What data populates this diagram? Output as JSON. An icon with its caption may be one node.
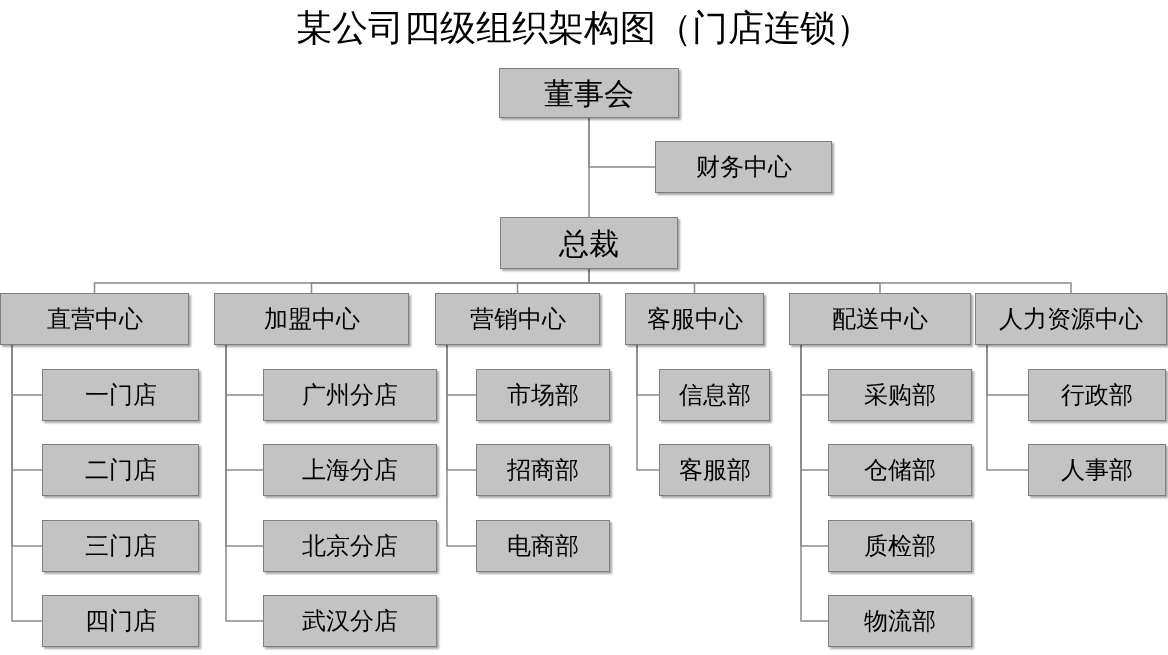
{
  "diagram": {
    "title": "某公司四级组织架构图（门店连锁）",
    "nodes": [
      {
        "text": [
          "董事会"
        ]
      },
      {
        "text": [
          "财务中心"
        ]
      },
      {
        "text": [
          "总裁"
        ]
      },
      {
        "text": [
          "直营中心"
        ]
      },
      {
        "text": [
          "加盟中心"
        ]
      },
      {
        "text": [
          "营销中心"
        ]
      },
      {
        "text": [
          "客服中心"
        ]
      },
      {
        "text": [
          "配送中心"
        ]
      },
      {
        "text": [
          "人力资源中心"
        ]
      },
      {
        "text": [
          "一门店"
        ]
      },
      {
        "text": [
          "二门店"
        ]
      },
      {
        "text": [
          "三门店"
        ]
      },
      {
        "text": [
          "四门店"
        ]
      },
      {
        "text": [
          "广州分店"
        ]
      },
      {
        "text": [
          "上海分店"
        ]
      },
      {
        "text": [
          "北京分店"
        ]
      },
      {
        "text": [
          "武汉分店"
        ]
      },
      {
        "text": [
          "市场部"
        ]
      },
      {
        "text": [
          "招商部"
        ]
      },
      {
        "text": [
          "电商部"
        ]
      },
      {
        "text": [
          "信息部"
        ]
      },
      {
        "text": [
          "客服部"
        ]
      },
      {
        "text": [
          "采购部"
        ]
      },
      {
        "text": [
          "仓储部"
        ]
      },
      {
        "text": [
          "质检部"
        ]
      },
      {
        "text": [
          "物流部"
        ]
      },
      {
        "text": [
          "行政部"
        ]
      },
      {
        "text": [
          "人事部"
        ]
      }
    ],
    "edges": [
      {
        "from": 0,
        "to": 2,
        "arrow": "none"
      },
      {
        "from": 0,
        "to": 1,
        "arrow": "none"
      },
      {
        "from": 2,
        "to": 3,
        "arrow": "none"
      },
      {
        "from": 2,
        "to": 4,
        "arrow": "none"
      },
      {
        "from": 2,
        "to": 5,
        "arrow": "none"
      },
      {
        "from": 2,
        "to": 6,
        "arrow": "none"
      },
      {
        "from": 2,
        "to": 7,
        "arrow": "none"
      },
      {
        "from": 2,
        "to": 8,
        "arrow": "none"
      },
      {
        "from": 3,
        "to": 9,
        "arrow": "none"
      },
      {
        "from": 3,
        "to": 10,
        "arrow": "none"
      },
      {
        "from": 3,
        "to": 11,
        "arrow": "none"
      },
      {
        "from": 3,
        "to": 12,
        "arrow": "none"
      },
      {
        "from": 4,
        "to": 13,
        "arrow": "none"
      },
      {
        "from": 4,
        "to": 14,
        "arrow": "none"
      },
      {
        "from": 4,
        "to": 15,
        "arrow": "none"
      },
      {
        "from": 4,
        "to": 16,
        "arrow": "none"
      },
      {
        "from": 5,
        "to": 17,
        "arrow": "none"
      },
      {
        "from": 5,
        "to": 18,
        "arrow": "none"
      },
      {
        "from": 5,
        "to": 19,
        "arrow": "none"
      },
      {
        "from": 6,
        "to": 20,
        "arrow": "none"
      },
      {
        "from": 6,
        "to": 21,
        "arrow": "none"
      },
      {
        "from": 7,
        "to": 22,
        "arrow": "none"
      },
      {
        "from": 7,
        "to": 23,
        "arrow": "none"
      },
      {
        "from": 7,
        "to": 24,
        "arrow": "none"
      },
      {
        "from": 7,
        "to": 25,
        "arrow": "none"
      },
      {
        "from": 8,
        "to": 26,
        "arrow": "none"
      },
      {
        "from": 8,
        "to": 27,
        "arrow": "none"
      }
    ]
  }
}
